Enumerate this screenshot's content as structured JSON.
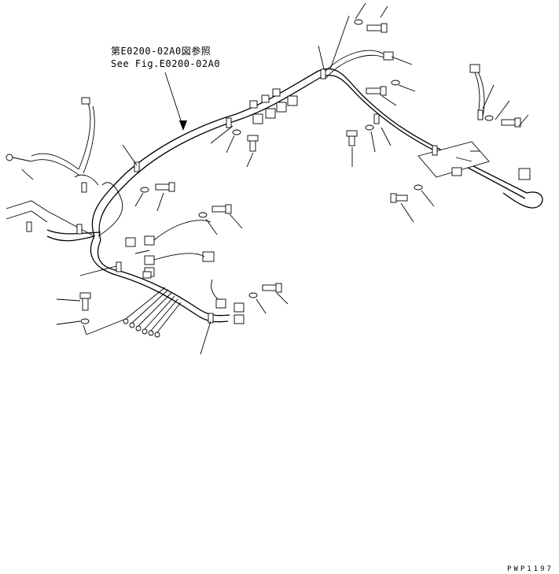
{
  "reference_note": {
    "japanese": "第E0200-02A0図参照",
    "english": "See Fig.E0200-02A0"
  },
  "drawing_code": "PWP1197"
}
